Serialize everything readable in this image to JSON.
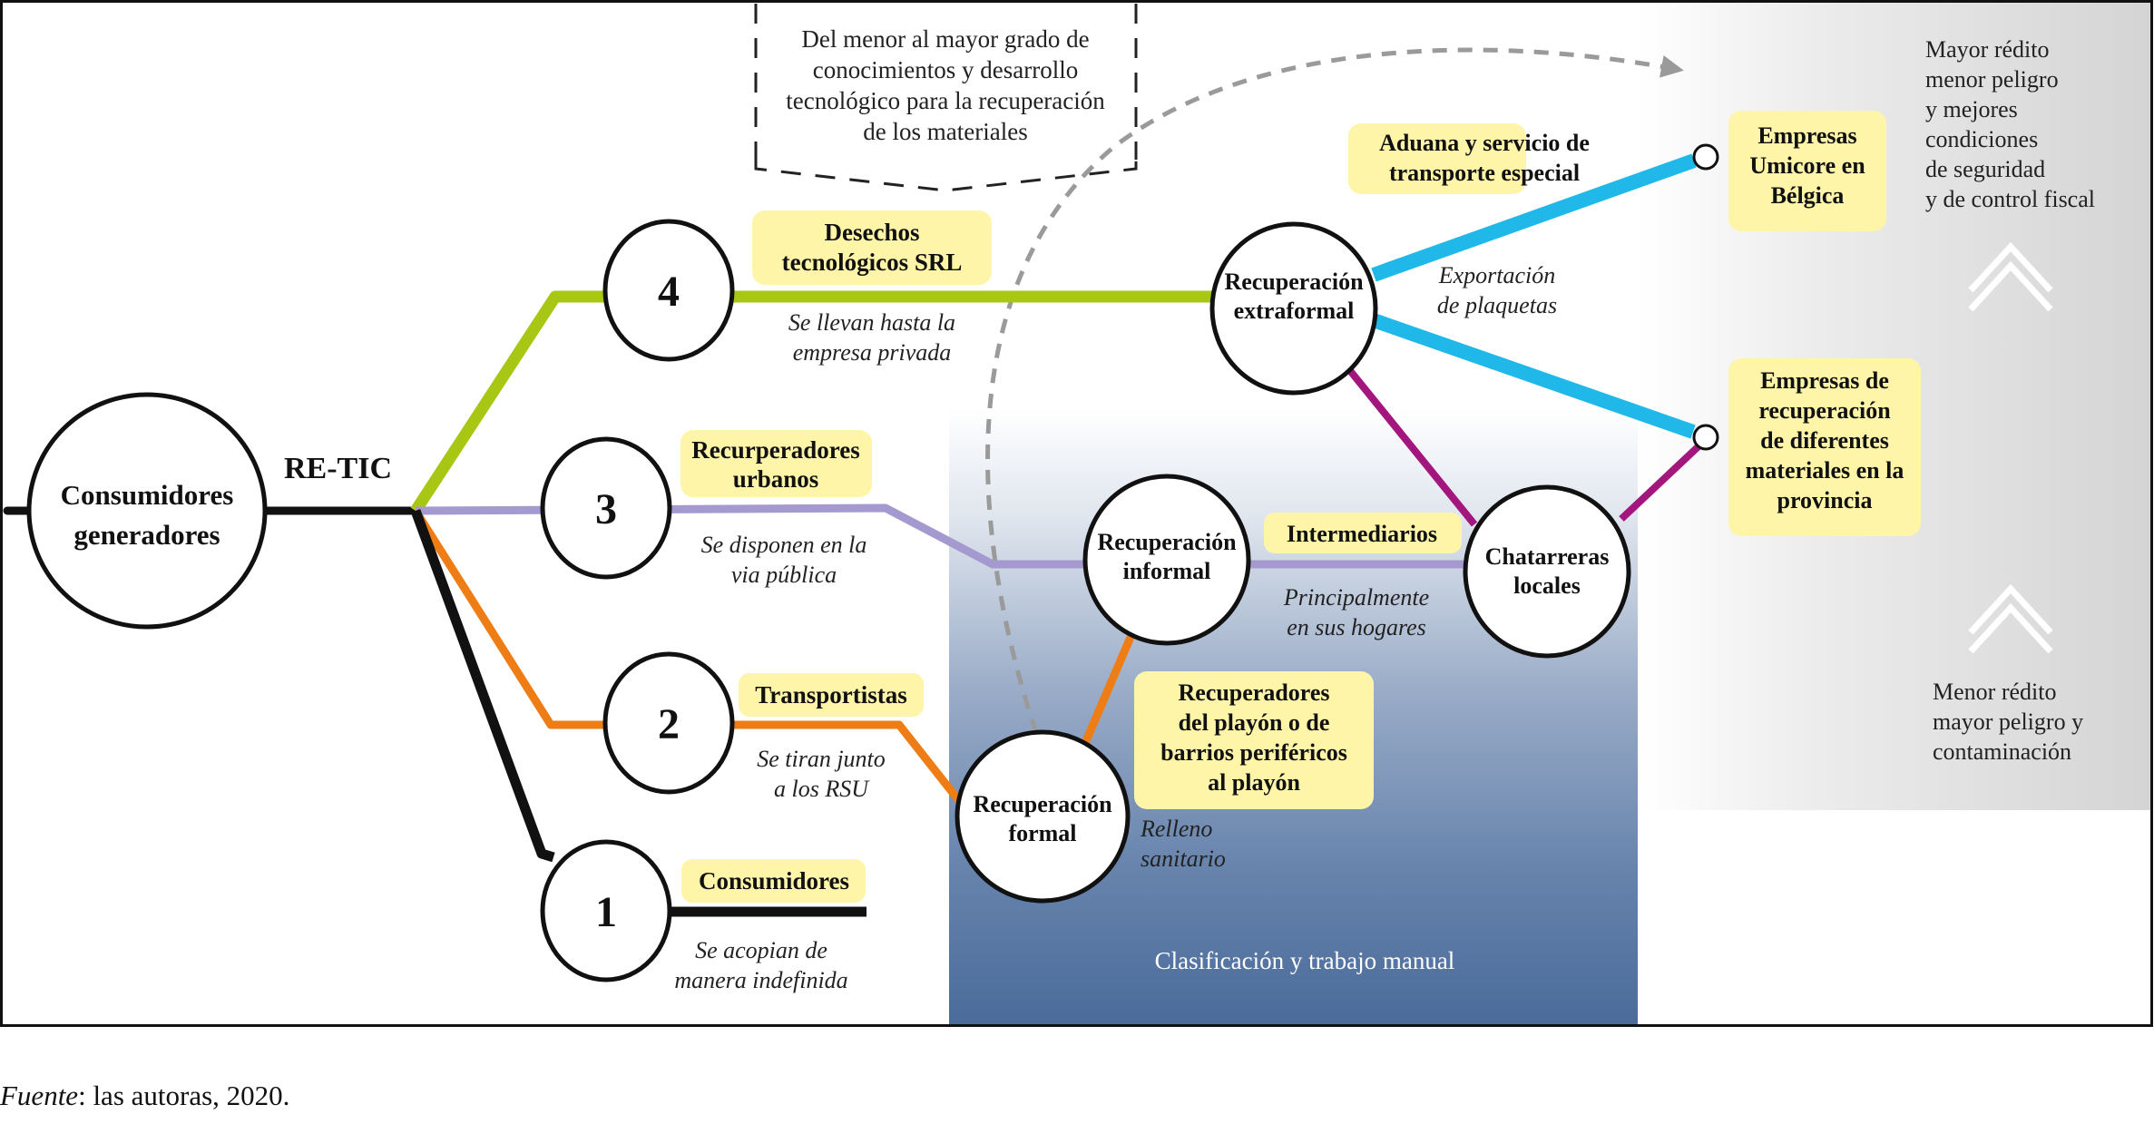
{
  "diagram": {
    "origin_node": {
      "label_lines": [
        "Consumidores",
        "generadores"
      ]
    },
    "trunk_label": "RE-TIC",
    "routes": [
      {
        "number": "4",
        "color": "#a8c614",
        "actor_lines": [
          "Desechos",
          "tecnológicos SRL"
        ],
        "note_lines": [
          "Se llevan hasta la",
          "empresa privada"
        ]
      },
      {
        "number": "3",
        "color": "#a59ad0",
        "actor_lines": [
          "Recurperadores",
          "urbanos"
        ],
        "note_lines": [
          "Se disponen en la",
          "via pública"
        ]
      },
      {
        "number": "2",
        "color": "#ef7d16",
        "actor_lines": [
          "Transportistas"
        ],
        "note_lines": [
          "Se tiran junto",
          "a los RSU"
        ]
      },
      {
        "number": "1",
        "color": "#111111",
        "actor_lines": [
          "Consumidores"
        ],
        "note_lines": [
          "Se acopian de",
          "manera indefinida"
        ]
      }
    ],
    "recovery_nodes": {
      "extraformal": [
        "Recuperación",
        "extraformal"
      ],
      "informal": [
        "Recuperación",
        "informal"
      ],
      "formal": [
        "Recuperación",
        "formal"
      ],
      "chatarreras": [
        "Chatarreras",
        "locales"
      ]
    },
    "actor_labels": {
      "aduana": [
        "Aduana y servicio de",
        "transporte especial"
      ],
      "intermediarios": [
        "Intermediarios"
      ],
      "recuperadores_playon": [
        "Recuperadores",
        "del playón o de",
        "barrios periféricos",
        "al playón"
      ],
      "umicore": [
        "Empresas",
        "Umicore en",
        "Bélgica"
      ],
      "empresas_provincia": [
        "Empresas de",
        "recuperación",
        "de diferentes",
        "materiales en la",
        "provincia"
      ]
    },
    "notes": {
      "exportacion": [
        "Exportación",
        "de plaquetas"
      ],
      "hogares": [
        "Principalmente",
        "en sus hogares"
      ],
      "relleno": [
        "Relleno",
        "sanitario"
      ]
    },
    "dashed_box_text": [
      "Del menor al mayor grado de",
      "conocimientos y desarrollo",
      "tecnológico para la recuperación",
      "de los materiales"
    ],
    "manual_panel_label": "Clasificación y trabajo manual",
    "scale_top_lines": [
      "Mayor rédito",
      "menor peligro",
      "y mejores",
      "condiciones",
      "de seguridad",
      "y de control fiscal"
    ],
    "scale_bottom_lines": [
      "Menor rédito",
      "mayor peligro y",
      "contaminación"
    ],
    "colors": {
      "export_line": "#1fb8e8",
      "scrap_line": "#a3167e",
      "label_fill": "#fff5a8",
      "manual_panel": "#4a6b9a",
      "scale_panel": "#d6d6d6",
      "arc": "#9a9a9a"
    }
  },
  "caption": {
    "source_label": "Fuente",
    "source_text": ": las autoras, 2020."
  }
}
